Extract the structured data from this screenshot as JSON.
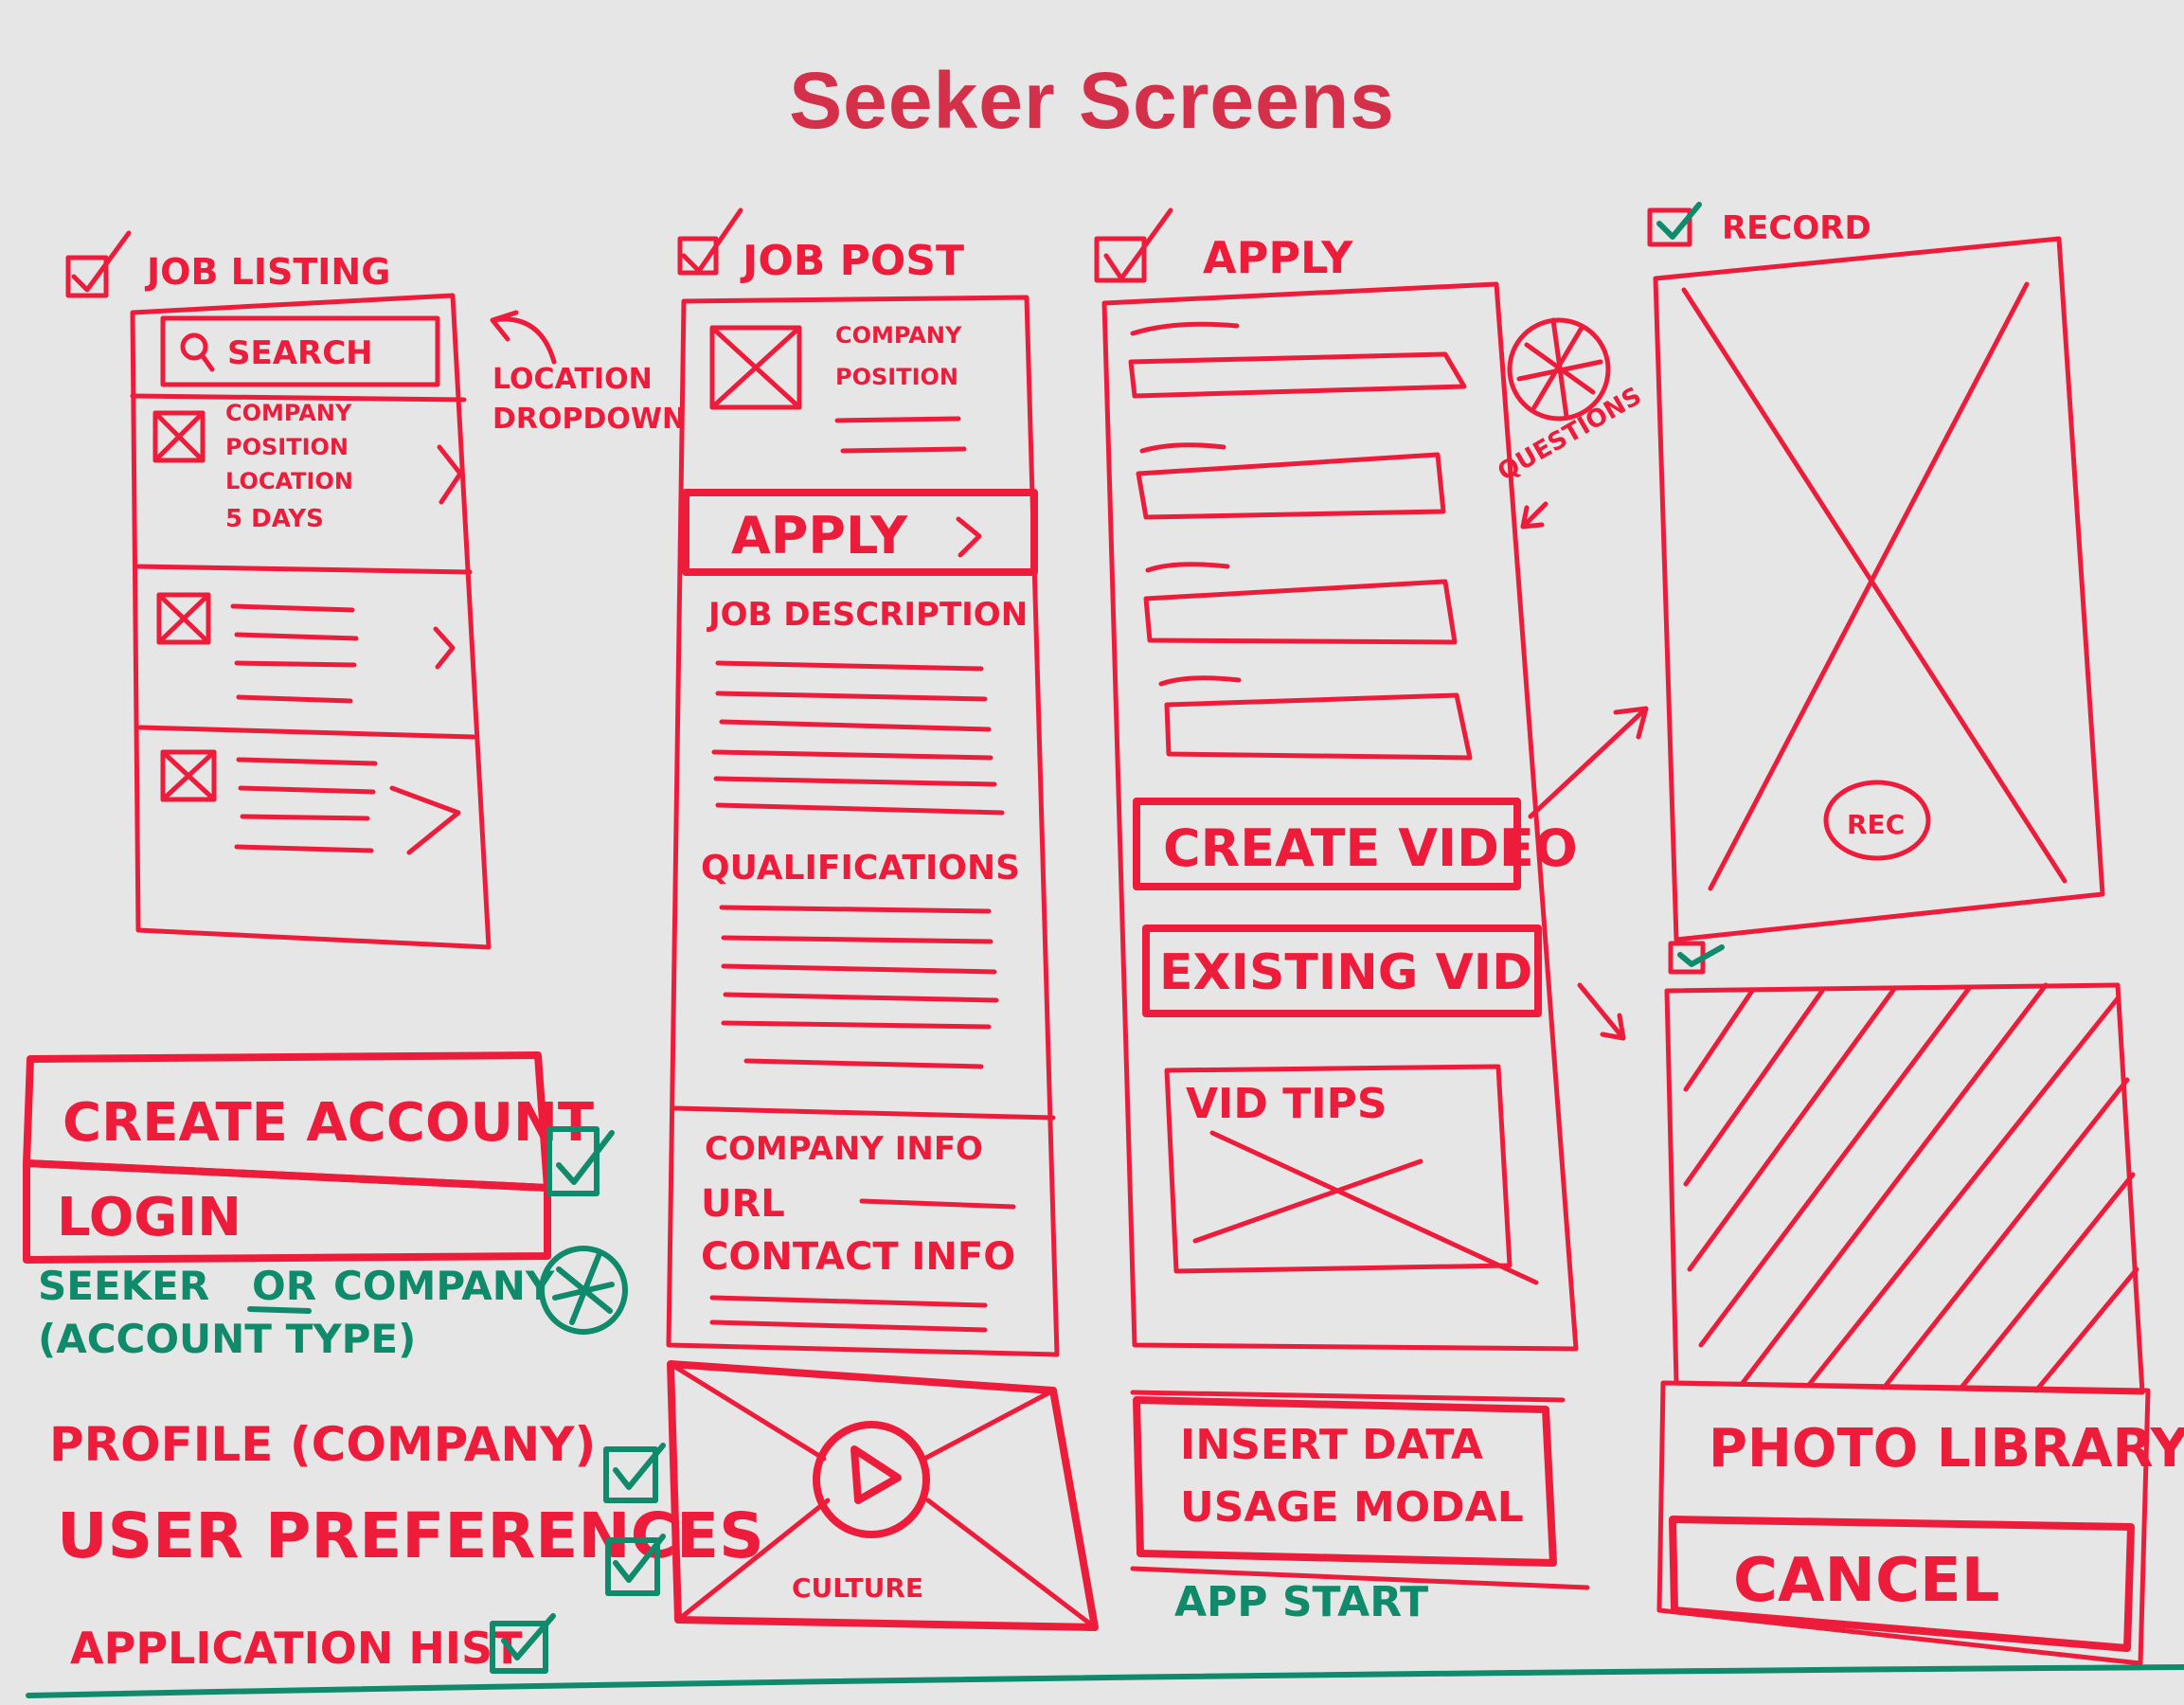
{
  "title": "Seeker Screens",
  "colors": {
    "red_marker": "#ee1c3b",
    "green_marker": "#0f8a6a",
    "title": "#d4304a",
    "board": "#e6e6e6"
  },
  "job_listing": {
    "heading": "JOB LISTING",
    "search": "SEARCH",
    "note_location": "LOCATION",
    "note_dropdown": "DROPDOWN",
    "card_lines": [
      "COMPANY",
      "POSITION",
      "LOCATION",
      "5 DAYS"
    ]
  },
  "job_post": {
    "heading": "JOB POST",
    "company": "COMPANY",
    "position": "POSITION",
    "apply_button": "APPLY",
    "job_description": "JOB DESCRIPTION",
    "qualifications": "QUALIFICATIONS",
    "company_info": "COMPANY INFO",
    "url": "URL",
    "contact_info": "CONTACT INFO",
    "culture": "CULTURE"
  },
  "apply": {
    "heading": "APPLY",
    "questions_note": "QUESTIONS",
    "create_video": "CREATE VIDEO",
    "existing_vid": "EXISTING VID",
    "vid_tips": "VID TIPS",
    "insert_data": "INSERT DATA",
    "usage_modal": "USAGE MODAL",
    "app_start": "APP START"
  },
  "record": {
    "heading": "RECORD",
    "rec_button": "REC",
    "photo_library": "PHOTO LIBRARY",
    "cancel": "CANCEL"
  },
  "account": {
    "create_account": "CREATE ACCOUNT",
    "login": "LOGIN",
    "seeker": "SEEKER",
    "or": "OR",
    "company": "COMPANY",
    "account_type": "(ACCOUNT TYPE)",
    "profile_company": "PROFILE (COMPANY)",
    "user_preferences": "USER PREFERENCES",
    "application_hist": "APPLICATION HIST"
  }
}
